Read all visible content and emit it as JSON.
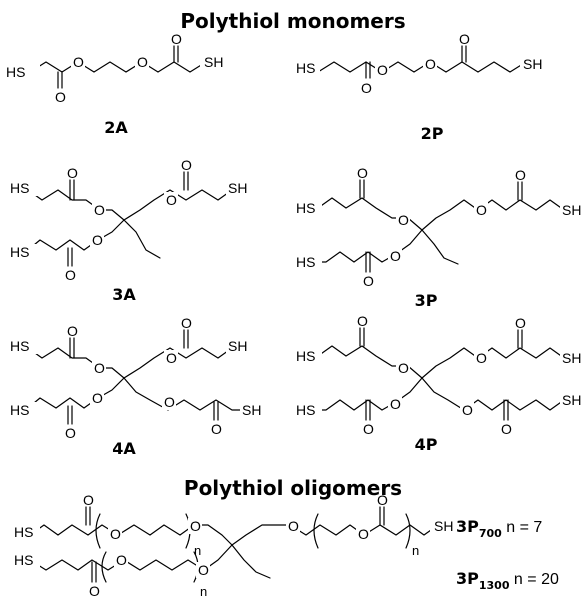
{
  "headings": {
    "monomers": "Polythiol monomers",
    "oligomers": "Polythiol oligomers"
  },
  "labels": {
    "c2A": "2A",
    "c2P": "2P",
    "c3A": "3A",
    "c3P": "3P",
    "c4A": "4A",
    "c4P": "4P"
  },
  "atoms": {
    "hs": "HS",
    "sh": "SH",
    "o": "O",
    "n": "n"
  },
  "oligomers": [
    {
      "base": "3P",
      "sub": "700",
      "n_text": " n = 7"
    },
    {
      "base": "3P",
      "sub": "1300",
      "n_text": " n = 20"
    }
  ]
}
